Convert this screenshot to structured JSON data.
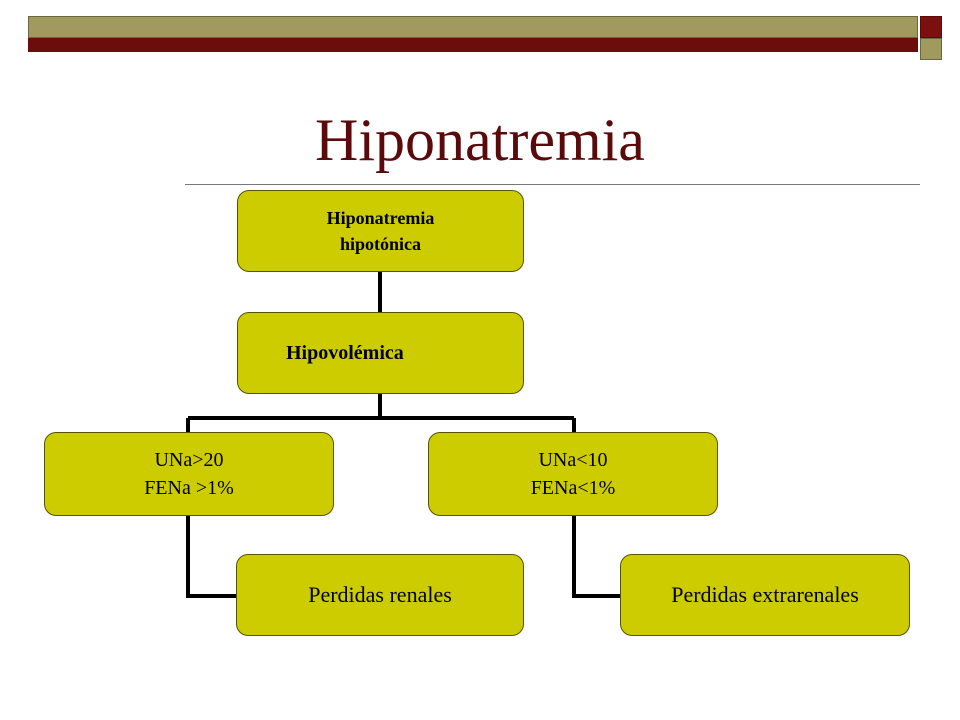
{
  "title": "Hiponatremia",
  "colors": {
    "node_fill": "#cccc00",
    "title_color": "#5a0a0a",
    "bar_olive": "#a09a5f",
    "bar_maroon": "#6b0d0d"
  },
  "nodes": {
    "root": {
      "line1": "Hiponatremia",
      "line2": "hipotónica"
    },
    "hipovolemica": {
      "label": "Hipovolémica"
    },
    "renal_criteria": {
      "line1": "UNa>20",
      "line2": "FENa >1%"
    },
    "extrarenal_criteria": {
      "line1": "UNa<10",
      "line2": "FENa<1%"
    },
    "renal_losses": {
      "label": "Perdidas renales"
    },
    "extrarenal_losses": {
      "label": "Perdidas extrarenales"
    }
  }
}
